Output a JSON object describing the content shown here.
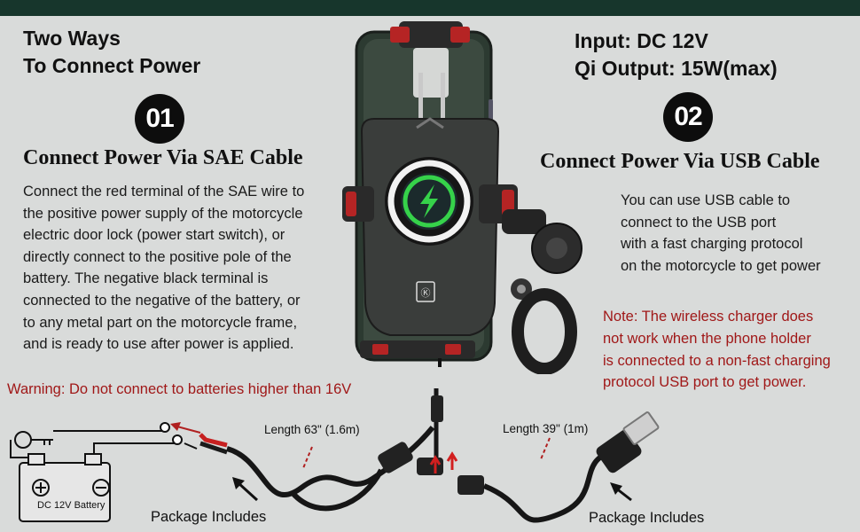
{
  "left": {
    "title_line1": "Two Ways",
    "title_line2": "To Connect Power",
    "badge": "01",
    "heading": "Connect Power Via SAE Cable",
    "lines": [
      "Connect the red terminal of the SAE wire to",
      "the positive power supply of the motorcycle",
      "electric door lock (power start switch), or",
      "directly connect to the positive pole of the",
      "battery. The negative black terminal is",
      "connected to the negative of the battery, or",
      "to any metal part on the motorcycle frame,",
      "and is ready to use after power is applied."
    ],
    "warning": "Warning: Do not connect to batteries higher than 16V"
  },
  "right": {
    "title_line1": "Input: DC 12V",
    "title_line2": "Qi Output: 15W(max)",
    "badge": "02",
    "heading": "Connect Power Via USB Cable",
    "lines": [
      "You can use USB cable to",
      "connect to the USB port",
      "with a fast charging protocol",
      "on the motorcycle to get power"
    ],
    "note_lines": [
      "Note: The wireless charger does",
      "not work when the phone holder",
      "is connected to a non-fast charging",
      "protocol USB port to get power."
    ]
  },
  "bottom": {
    "battery_label": "DC 12V Battery",
    "length_sae": "Length 63\" (1.6m)",
    "length_usb": "Length 39\" (1m)",
    "package_left": "Package Includes",
    "package_right": "Package Includes"
  },
  "colors": {
    "topbar": "#17362c",
    "background": "#d9dbda",
    "warning_red": "#a01818",
    "charge_green": "#36d24a"
  }
}
